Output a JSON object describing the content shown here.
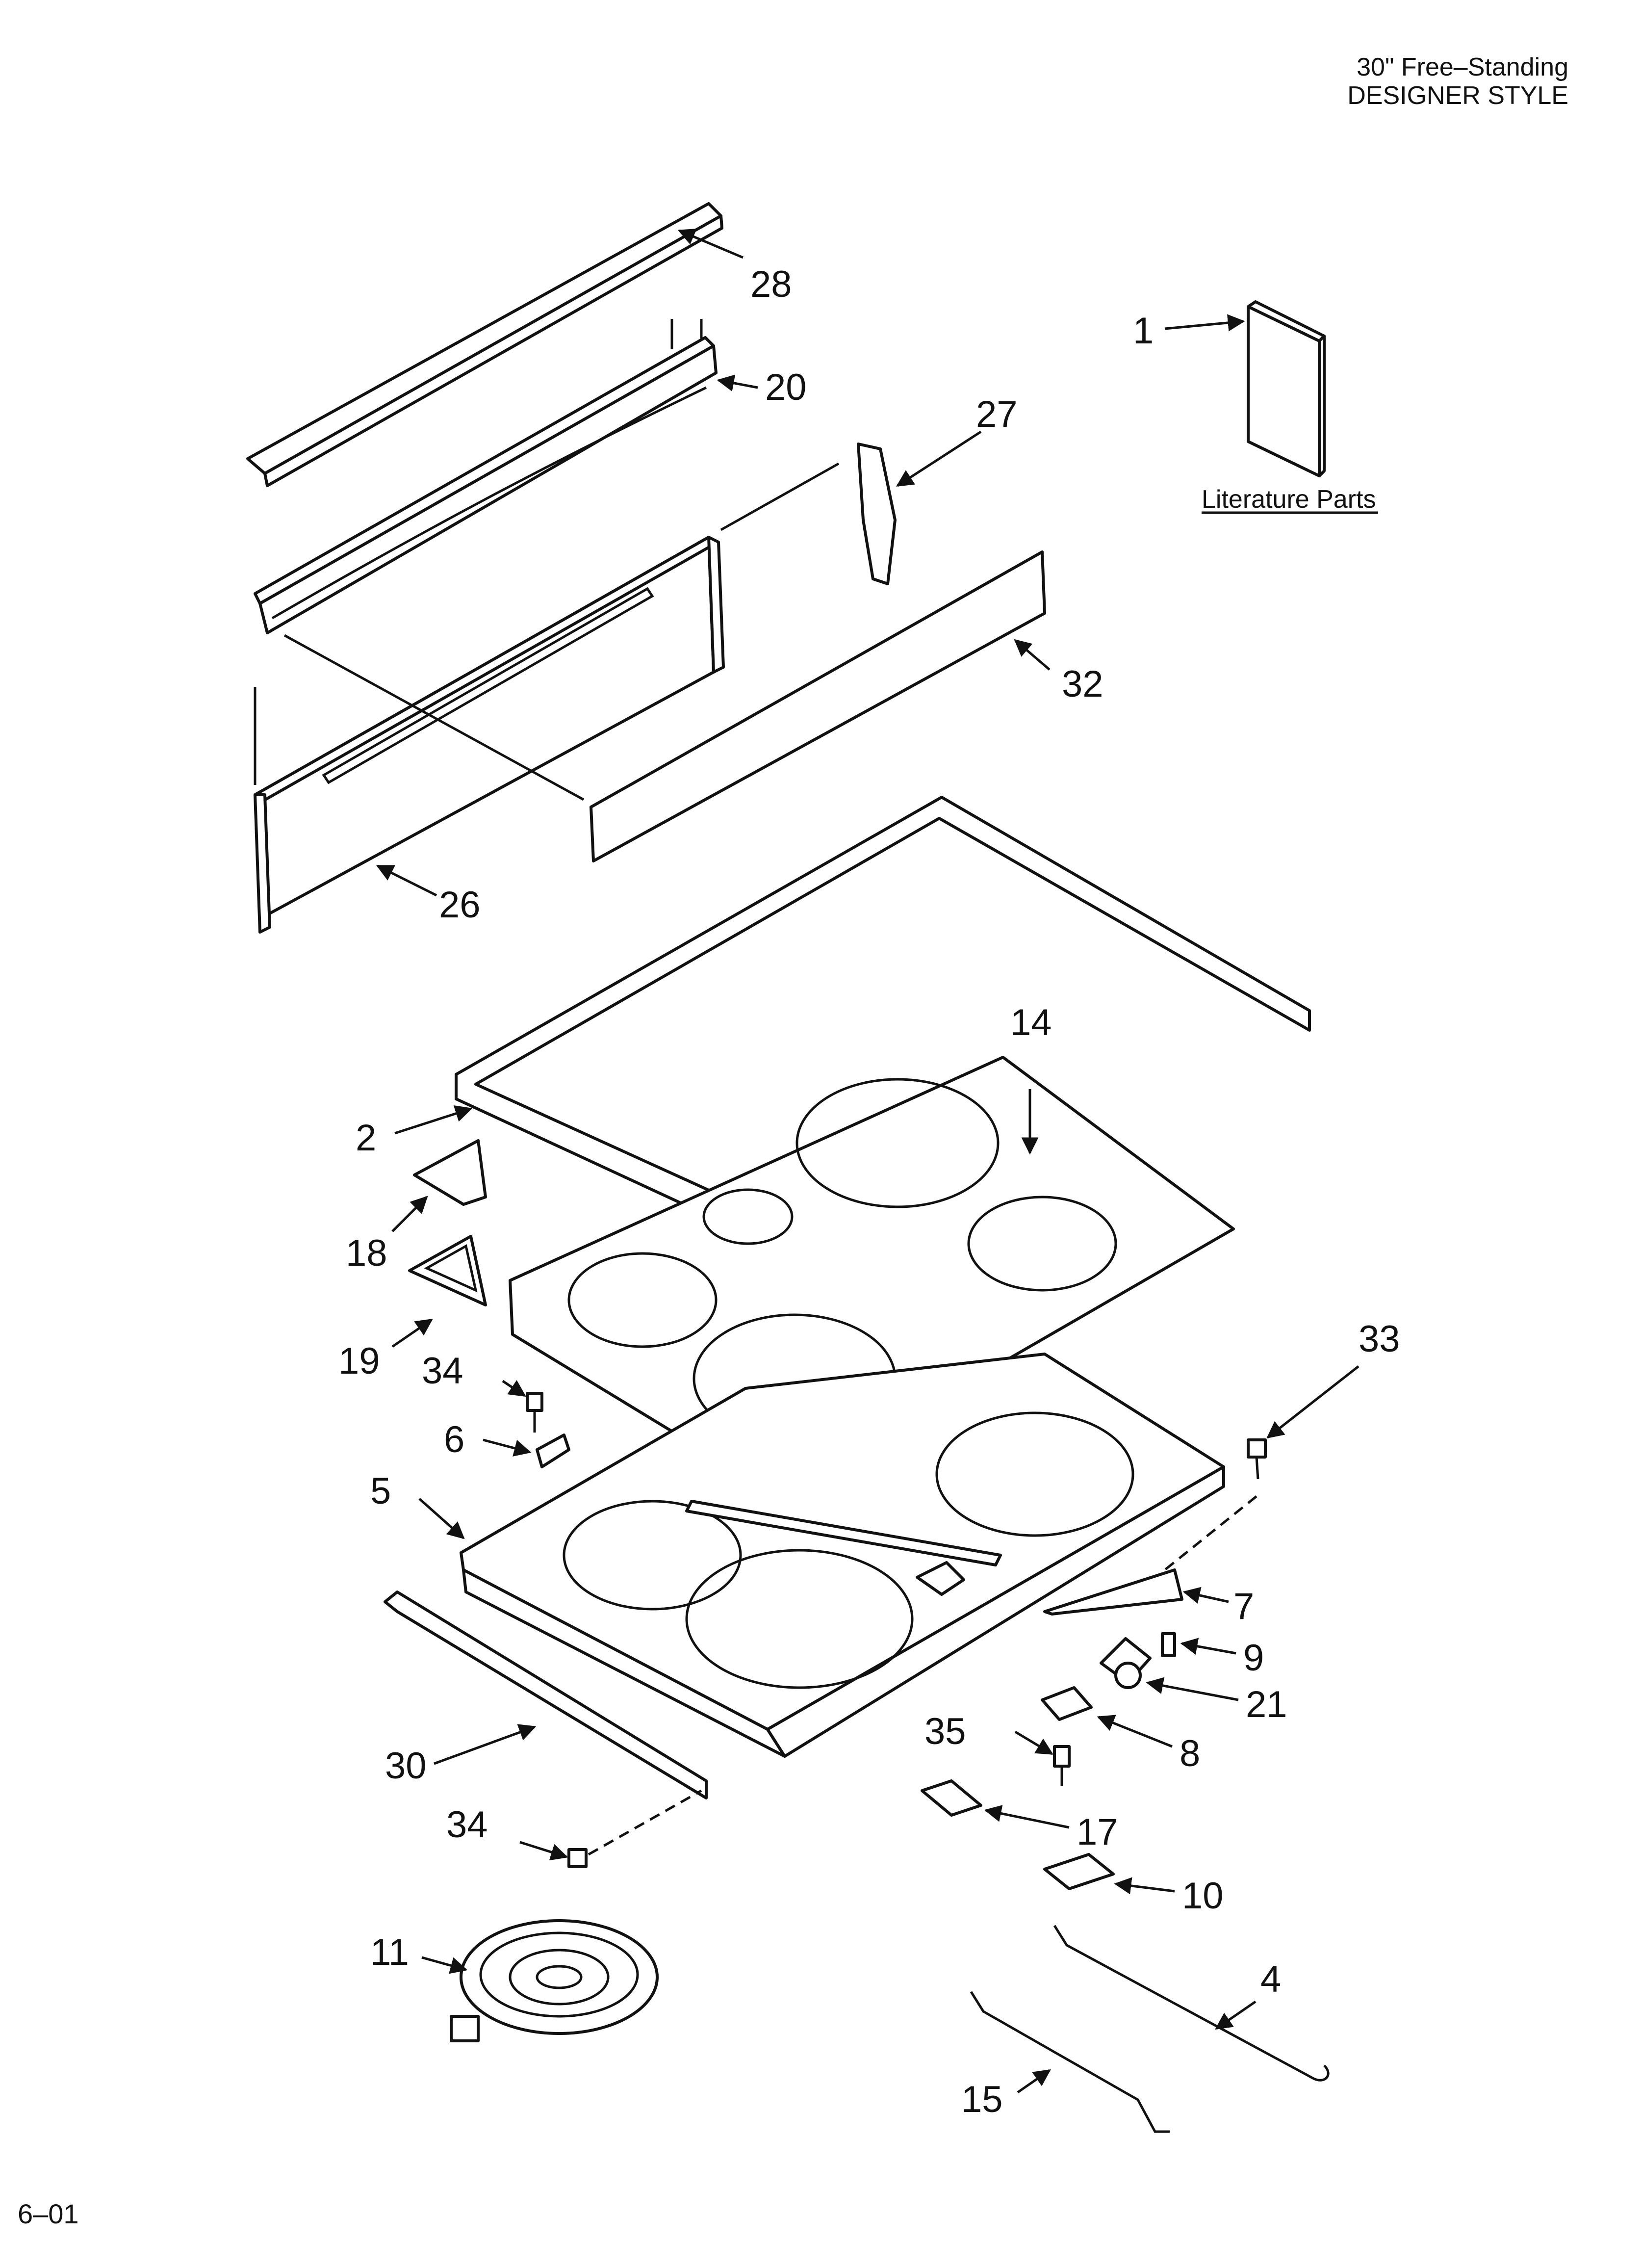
{
  "header": {
    "line1": "30\" Free–Standing",
    "line2": "DESIGNER STYLE"
  },
  "footer": {
    "code": "6–01"
  },
  "literature_caption": "Literature Parts",
  "callouts": [
    {
      "id": "28",
      "label": "28"
    },
    {
      "id": "20",
      "label": "20"
    },
    {
      "id": "1",
      "label": "1"
    },
    {
      "id": "27",
      "label": "27"
    },
    {
      "id": "32",
      "label": "32"
    },
    {
      "id": "26",
      "label": "26"
    },
    {
      "id": "14",
      "label": "14"
    },
    {
      "id": "2",
      "label": "2"
    },
    {
      "id": "18",
      "label": "18"
    },
    {
      "id": "19",
      "label": "19"
    },
    {
      "id": "33",
      "label": "33"
    },
    {
      "id": "34a",
      "label": "34"
    },
    {
      "id": "6",
      "label": "6"
    },
    {
      "id": "5",
      "label": "5"
    },
    {
      "id": "7",
      "label": "7"
    },
    {
      "id": "9",
      "label": "9"
    },
    {
      "id": "21",
      "label": "21"
    },
    {
      "id": "35",
      "label": "35"
    },
    {
      "id": "8",
      "label": "8"
    },
    {
      "id": "30",
      "label": "30"
    },
    {
      "id": "17",
      "label": "17"
    },
    {
      "id": "34b",
      "label": "34"
    },
    {
      "id": "10",
      "label": "10"
    },
    {
      "id": "11",
      "label": "11"
    },
    {
      "id": "4",
      "label": "4"
    },
    {
      "id": "15",
      "label": "15"
    }
  ]
}
